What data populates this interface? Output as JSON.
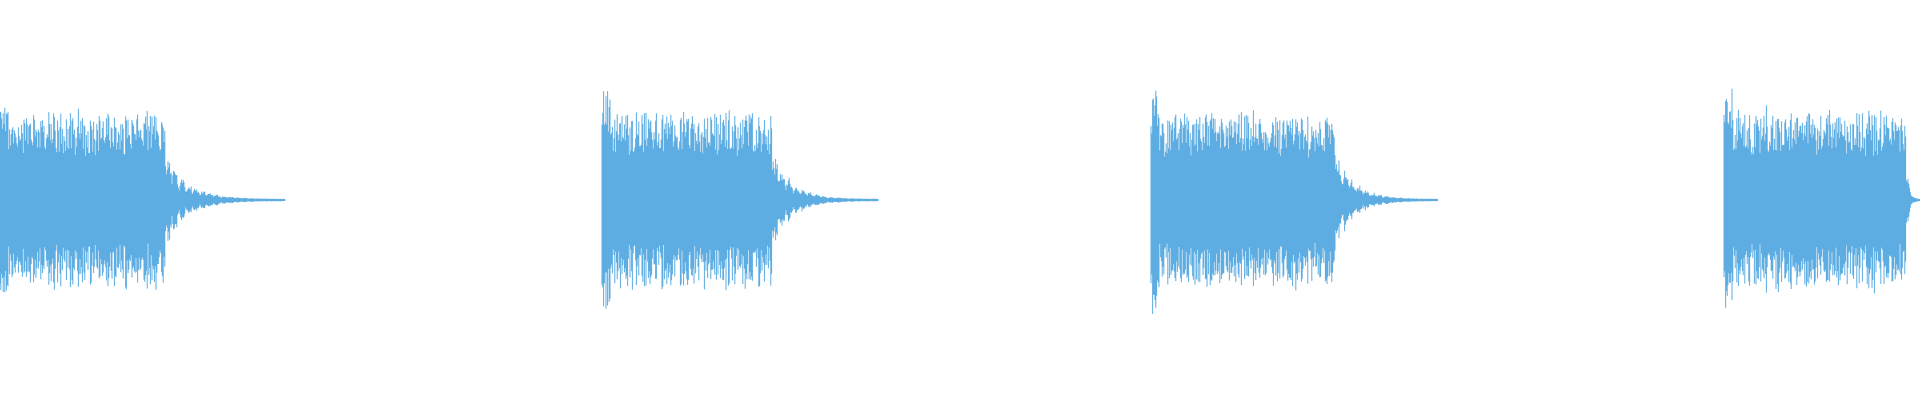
{
  "waveform": {
    "color": "#5dade2",
    "background": "#ffffff",
    "bursts": [
      {
        "name": "burst-1",
        "clipped_at_left_edge": true,
        "tail_clipped": false
      },
      {
        "name": "burst-2",
        "clipped_at_left_edge": false,
        "tail_clipped": false
      },
      {
        "name": "burst-3",
        "clipped_at_left_edge": false,
        "tail_clipped": false
      },
      {
        "name": "burst-4",
        "clipped_at_left_edge": false,
        "tail_clipped": true
      }
    ]
  }
}
